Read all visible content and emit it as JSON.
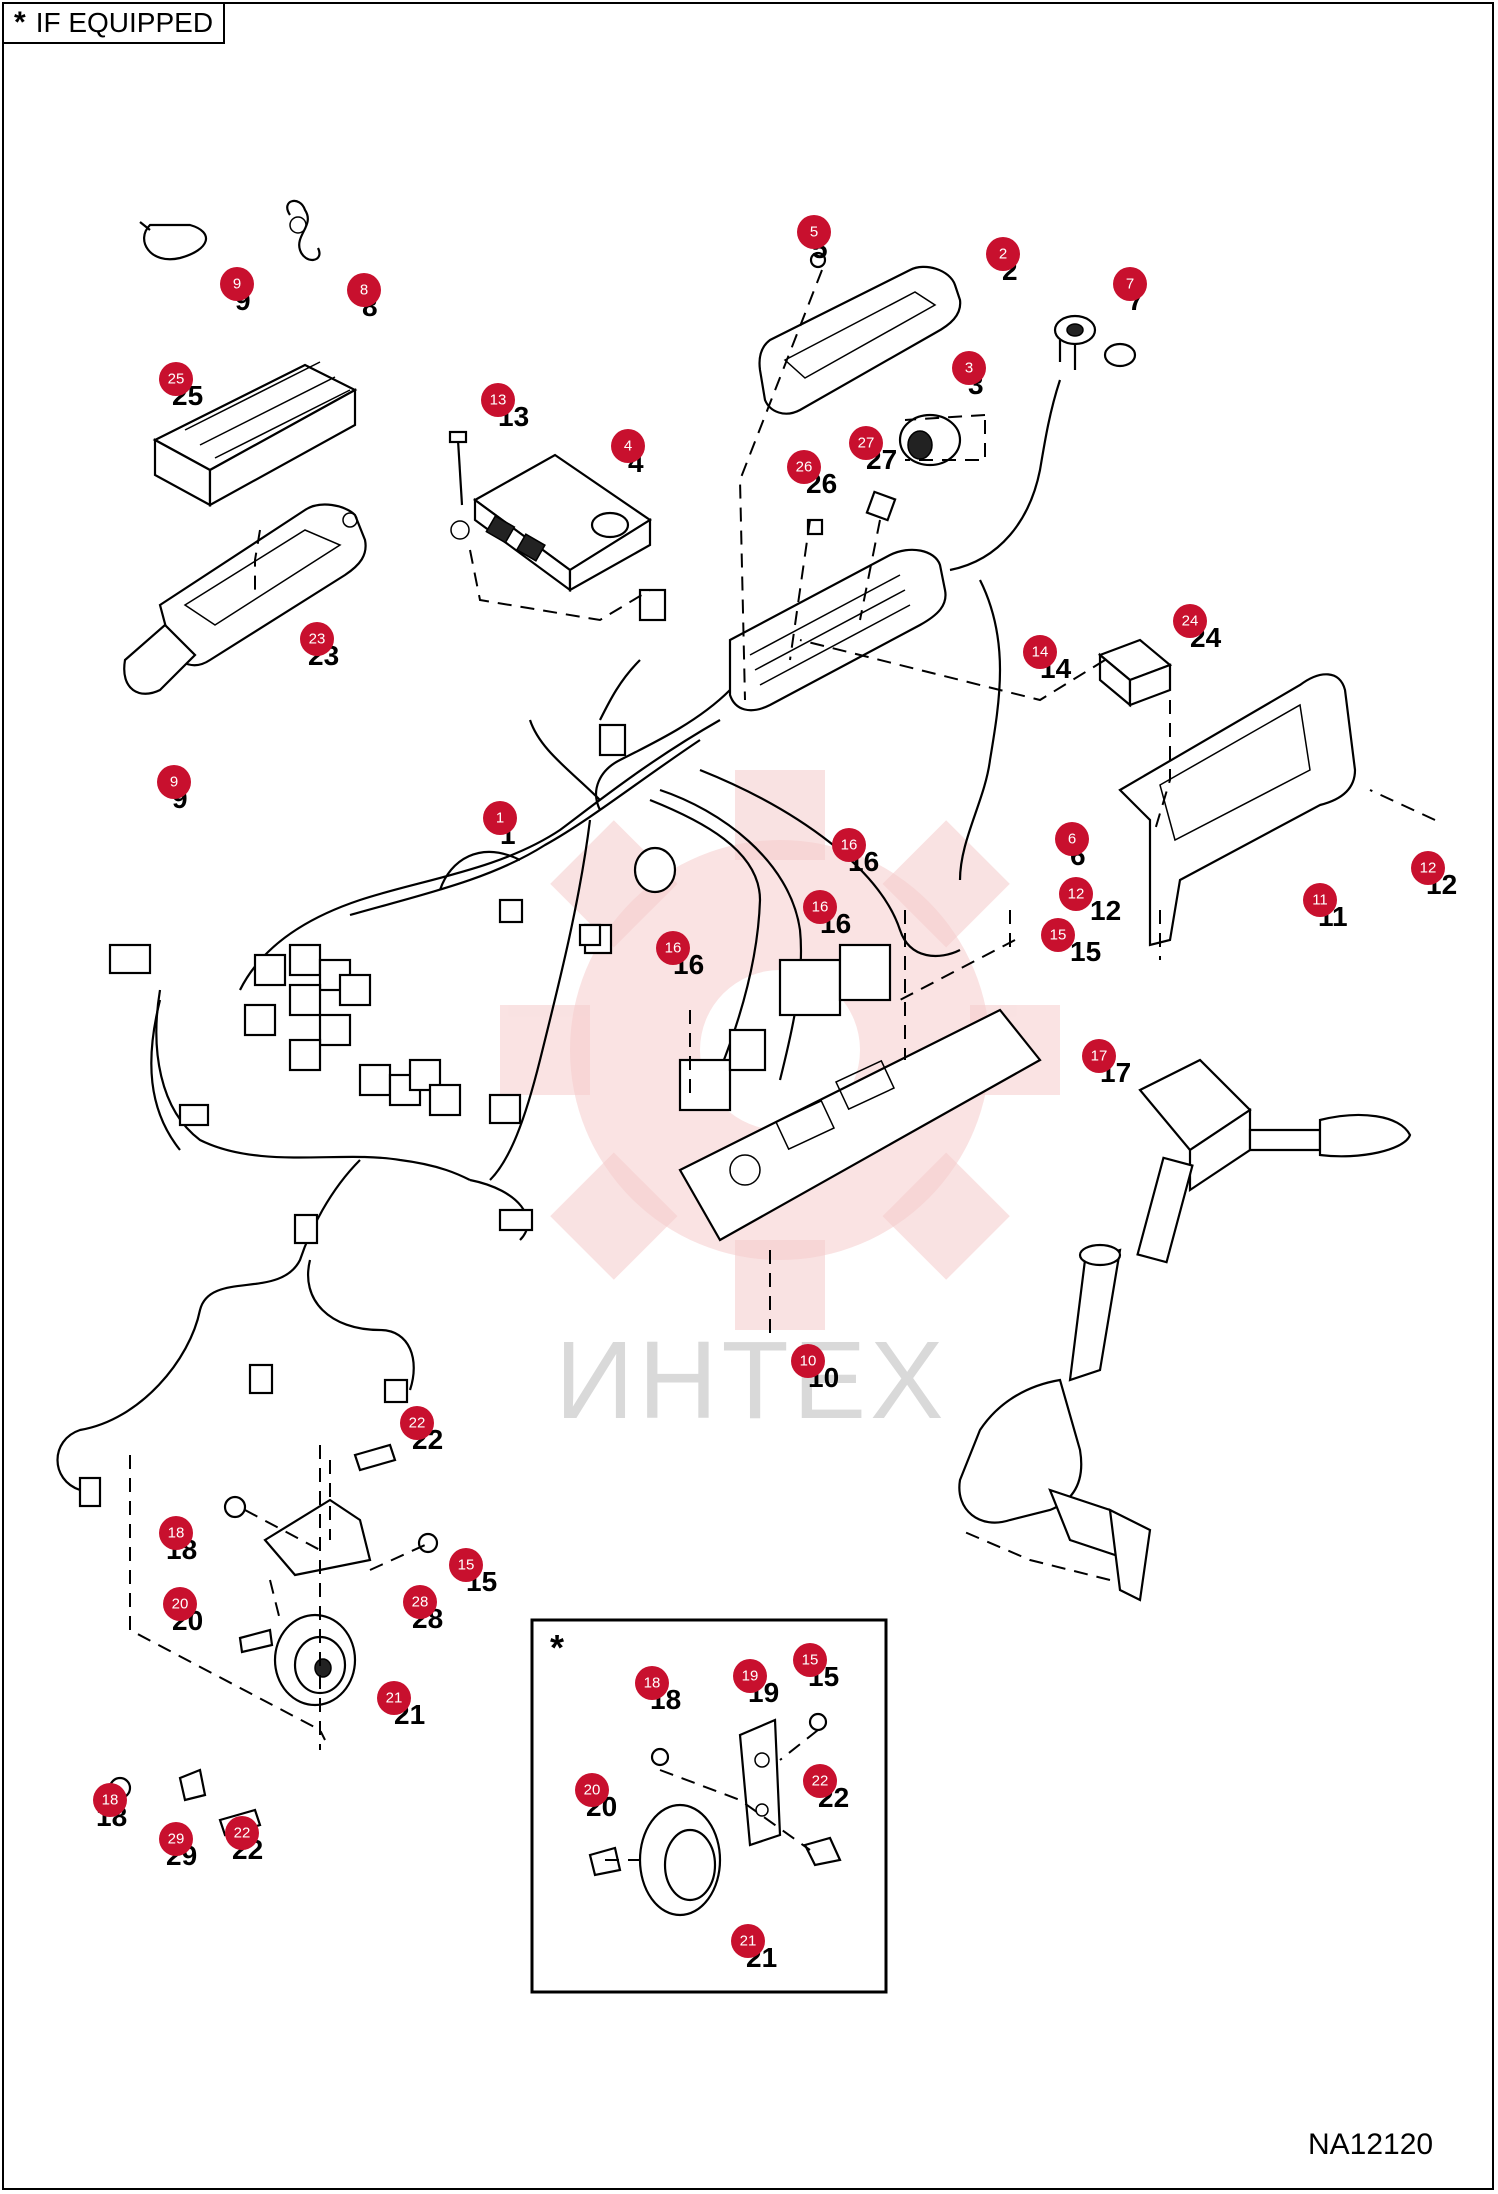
{
  "header": {
    "star": "*",
    "label": "IF EQUIPPED"
  },
  "footer": {
    "drawing_number": "NA12120"
  },
  "inset": {
    "marker": "*"
  },
  "watermark": {
    "text": "ИНТЕХ"
  },
  "colors": {
    "badge": "#c8102e",
    "watermark_gear": "#f5cccc",
    "watermark_text": "#d9d9d9"
  },
  "callouts": [
    {
      "badge": "1",
      "label": "1"
    },
    {
      "badge": "2",
      "label": "2"
    },
    {
      "badge": "3",
      "label": "3"
    },
    {
      "badge": "4",
      "label": "4"
    },
    {
      "badge": "5",
      "label": "5"
    },
    {
      "badge": "6",
      "label": "6"
    },
    {
      "badge": "7",
      "label": "7"
    },
    {
      "badge": "8",
      "label": "8"
    },
    {
      "badge": "9",
      "label": "9"
    },
    {
      "badge": "9",
      "label": "9"
    },
    {
      "badge": "10",
      "label": "10"
    },
    {
      "badge": "11",
      "label": "11"
    },
    {
      "badge": "12",
      "label": "12"
    },
    {
      "badge": "12",
      "label": "12"
    },
    {
      "badge": "13",
      "label": "13"
    },
    {
      "badge": "14",
      "label": "14"
    },
    {
      "badge": "15",
      "label": "15"
    },
    {
      "badge": "15",
      "label": "15"
    },
    {
      "badge": "16",
      "label": "16"
    },
    {
      "badge": "16",
      "label": "16"
    },
    {
      "badge": "16",
      "label": "16"
    },
    {
      "badge": "17",
      "label": "17"
    },
    {
      "badge": "18",
      "label": "18"
    },
    {
      "badge": "18",
      "label": "18"
    },
    {
      "badge": "20",
      "label": "20"
    },
    {
      "badge": "21",
      "label": "21"
    },
    {
      "badge": "22",
      "label": "22"
    },
    {
      "badge": "22",
      "label": "22"
    },
    {
      "badge": "23",
      "label": "23"
    },
    {
      "badge": "24",
      "label": "24"
    },
    {
      "badge": "25",
      "label": "25"
    },
    {
      "badge": "26",
      "label": "26"
    },
    {
      "badge": "27",
      "label": "27"
    },
    {
      "badge": "28",
      "label": "28"
    },
    {
      "badge": "29",
      "label": "29"
    },
    {
      "badge": "18",
      "label": "18"
    },
    {
      "badge": "19",
      "label": "19"
    },
    {
      "badge": "15",
      "label": "15"
    },
    {
      "badge": "20",
      "label": "20"
    },
    {
      "badge": "22",
      "label": "22"
    },
    {
      "badge": "21",
      "label": "21"
    }
  ]
}
